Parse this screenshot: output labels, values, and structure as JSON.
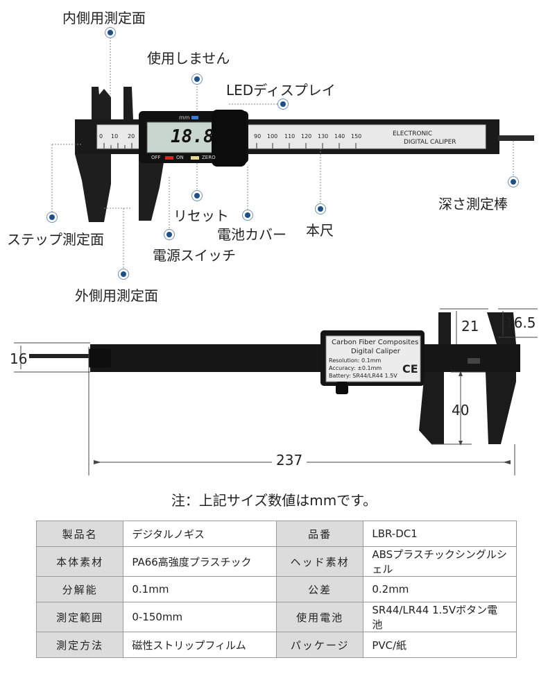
{
  "labels": {
    "inner_jaw": "内側用測定面",
    "unused": "使用しません",
    "led_display": "LEDディスプレイ",
    "reset": "リセット",
    "battery_cover": "電池カバー",
    "main_scale": "本尺",
    "depth_rod": "深さ測定棒",
    "step": "ステップ測定面",
    "power_switch": "電源スイッチ",
    "outer_jaw": "外側用測定面"
  },
  "caliper_top": {
    "brand_line1": "ELECTRONIC",
    "brand_line2": "DIGITAL CALIPER",
    "display_value": "18.8",
    "unit": "mm",
    "off_label": "OFF",
    "on_label": "ON",
    "zero_label": "ZERO",
    "scale_ticks": [
      "0",
      "10",
      "20",
      "90",
      "100",
      "110",
      "120",
      "130",
      "140",
      "150"
    ]
  },
  "caliper_back": {
    "label_line1": "Carbon Fiber Composites",
    "label_line2": "Digital Caliper",
    "resolution": "Resolution: 0.1mm",
    "accuracy": "Accuracy: ±0.1mm",
    "battery": "Battery: SR44/LR44 1.5V",
    "ce": "CE"
  },
  "dimensions": {
    "width": "16",
    "inner_jaw": "21",
    "jaw_tip": "16.5",
    "outer_jaw": "40",
    "length": "237"
  },
  "note": "注：上記サイズ数値はmmです。",
  "spec": [
    {
      "k1": "製品名",
      "v1": "デジタルノギス",
      "k2": "品番",
      "v2": "LBR-DC1"
    },
    {
      "k1": "本体素材",
      "v1": "PA66高強度プラスチック",
      "k2": "ヘッド素材",
      "v2": "ABSプラスチックシングルシェル"
    },
    {
      "k1": "分解能",
      "v1": "0.1mm",
      "k2": "公差",
      "v2": "0.2mm"
    },
    {
      "k1": "測定範囲",
      "v1": "0-150mm",
      "k2": "使用電池",
      "v2": "SR44/LR44 1.5Vボタン電池"
    },
    {
      "k1": "測定方法",
      "v1": "磁性ストリップフィルム",
      "k2": "パッケージ",
      "v2": "PVC/紙"
    }
  ]
}
